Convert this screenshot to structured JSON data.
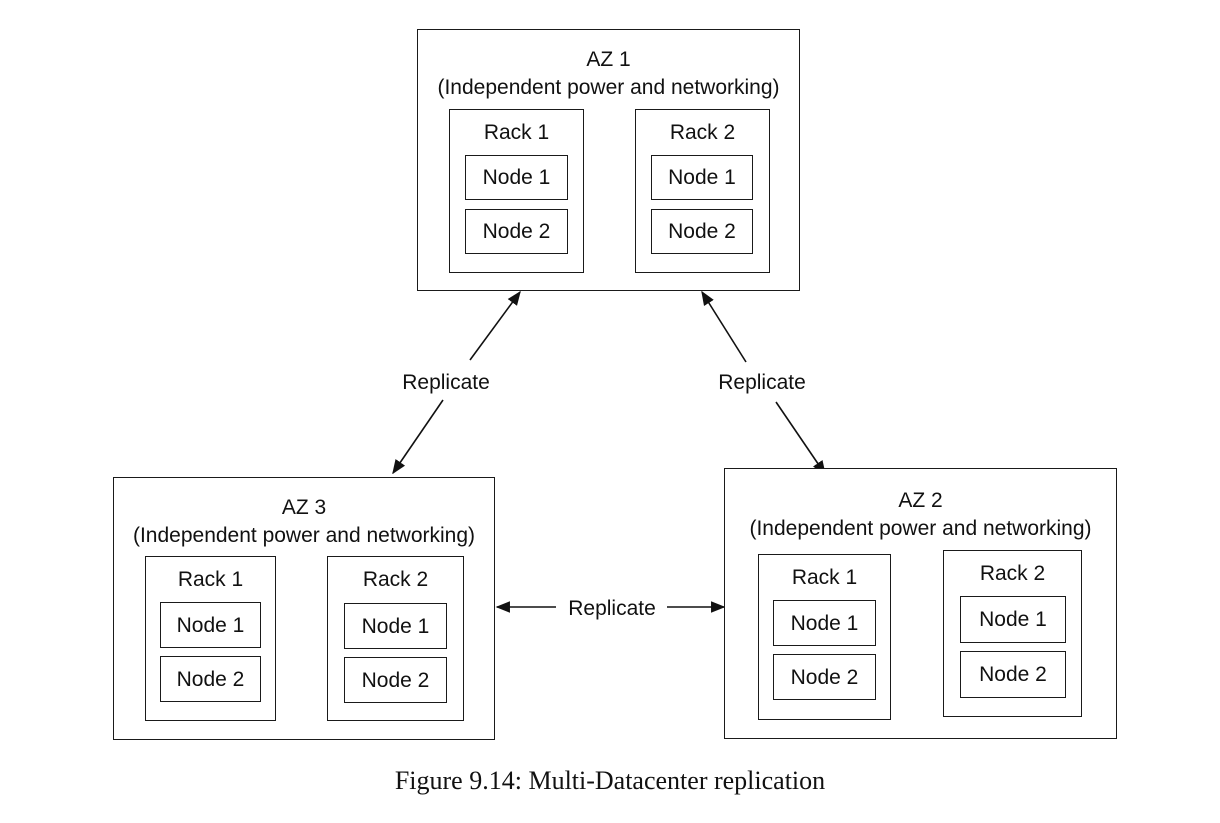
{
  "az1": {
    "title": "AZ 1",
    "subtitle": "(Independent power and networking)",
    "racks": [
      {
        "label": "Rack 1",
        "nodes": [
          "Node 1",
          "Node 2"
        ]
      },
      {
        "label": "Rack 2",
        "nodes": [
          "Node 1",
          "Node 2"
        ]
      }
    ]
  },
  "az2": {
    "title": "AZ 2",
    "subtitle": "(Independent power and networking)",
    "racks": [
      {
        "label": "Rack 1",
        "nodes": [
          "Node 1",
          "Node 2"
        ]
      },
      {
        "label": "Rack 2",
        "nodes": [
          "Node 1",
          "Node 2"
        ]
      }
    ]
  },
  "az3": {
    "title": "AZ 3",
    "subtitle": "(Independent power and networking)",
    "racks": [
      {
        "label": "Rack 1",
        "nodes": [
          "Node 1",
          "Node 2"
        ]
      },
      {
        "label": "Rack 2",
        "nodes": [
          "Node 1",
          "Node 2"
        ]
      }
    ]
  },
  "links": {
    "az1_az3": "Replicate",
    "az1_az2": "Replicate",
    "az3_az2": "Replicate"
  },
  "caption": "Figure 9.14: Multi-Datacenter replication"
}
